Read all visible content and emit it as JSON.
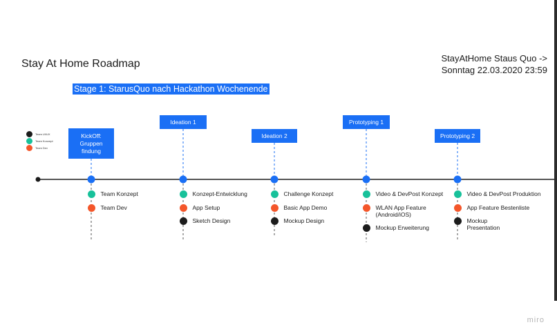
{
  "title": "Stay At Home Roadmap",
  "status": {
    "line1": "StayAtHome Staus Quo ->",
    "line2": "Sonntag 22.03.2020 23:59"
  },
  "stage": "Stage 1: StarusQuo nach Hackathon Wochenende",
  "brand": "miro",
  "colors": {
    "accent": "#1a6ff5",
    "konzept": "#17c19a",
    "dev": "#f4562a",
    "ux": "#1c1c1c"
  },
  "legend": [
    {
      "label": "Team UI/UX",
      "color": "#1c1c1c"
    },
    {
      "label": "Team Konzept",
      "color": "#17c19a"
    },
    {
      "label": "Team Dev",
      "color": "#f4562a"
    }
  ],
  "phases": [
    {
      "label": "KickOff:\nGruppen\nfindung",
      "tasks": [
        {
          "team": "konzept",
          "label": "Team Konzept"
        },
        {
          "team": "dev",
          "label": "Team Dev"
        }
      ]
    },
    {
      "label": "Ideation 1",
      "tasks": [
        {
          "team": "konzept",
          "label": "Konzept-Entwicklung"
        },
        {
          "team": "dev",
          "label": "App Setup"
        },
        {
          "team": "ux",
          "label": "Sketch Design"
        }
      ]
    },
    {
      "label": "Ideation 2",
      "tasks": [
        {
          "team": "konzept",
          "label": "Challenge Konzept"
        },
        {
          "team": "dev",
          "label": "Basic App Demo"
        },
        {
          "team": "ux",
          "label": "Mockup Design"
        }
      ]
    },
    {
      "label": "Prototyping 1",
      "tasks": [
        {
          "team": "konzept",
          "label": "Video & DevPost Konzept"
        },
        {
          "team": "dev",
          "label": "WLAN App Feature\n(Android/iOS)"
        },
        {
          "team": "ux",
          "label": "Mockup Erweiterung"
        }
      ]
    },
    {
      "label": "Prototyping 2",
      "tasks": [
        {
          "team": "konzept",
          "label": "Video & DevPost Produktion"
        },
        {
          "team": "dev",
          "label": "App Feature Bestenliste"
        },
        {
          "team": "ux",
          "label": "Mockup\nPresentation"
        }
      ]
    }
  ]
}
